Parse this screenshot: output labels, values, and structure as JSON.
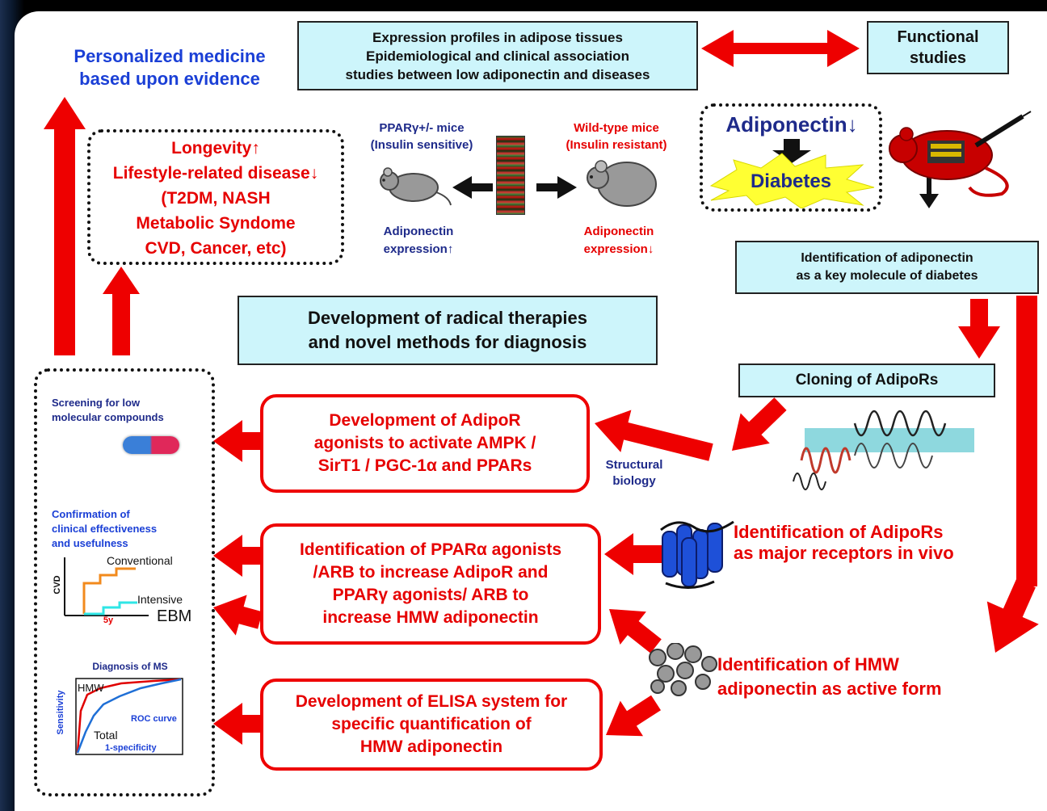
{
  "colors": {
    "red": "#ee0000",
    "blue": "#1a3fd6",
    "navy": "#1e2a8a",
    "cyan": "#cdf5fb"
  },
  "top": {
    "personalized": "Personalized medicine\nbased upon evidence",
    "expression_box": "Expression profiles in adipose tissues\nEpidemiological and clinical association\nstudies between low adiponectin and diseases",
    "functional_box": "Functional\nstudies"
  },
  "longevity": "Longevity↑\nLifestyle-related disease↓\n(T2DM, NASH\nMetabolic Syndome\nCVD, Cancer, etc)",
  "mice": {
    "ppar_label": "PPARγ+/- mice\n(Insulin sensitive)",
    "wt_label": "Wild-type mice\n(Insulin resistant)",
    "adipo_up": "Adiponectin\nexpression↑",
    "adipo_down": "Adiponectin\nexpression↓"
  },
  "diabetes_panel": {
    "adiponectin": "Adiponectin↓",
    "diabetes": "Diabetes"
  },
  "key_molecule_box": "Identification of adiponectin\nas a key molecule of diabetes",
  "radical_box": "Development of radical therapies\nand novel methods for diagnosis",
  "cloning_box": "Cloning of AdipoRs",
  "structural_biology": "Structural\nbiology",
  "red_boxes": {
    "agonists": "Development of AdipoR\nagonists to activate AMPK /\nSirT1 / PGC-1α and PPARs",
    "ppar": "Identification of PPARα agonists\n/ARB to increase AdipoR and\nPPARγ agonists/ ARB to\nincrease  HMW adiponectin",
    "elisa": "Development of ELISA system for\nspecific quantification of\nHMW adiponectin"
  },
  "adipor_receptors": "Identification of AdipoRs\nas major receptors in vivo",
  "hmw_form": "Identification of HMW\nadiponectin as active form",
  "left_panel": {
    "screening": "Screening for low\nmolecular compounds",
    "confirmation": "Confirmation of\nclinical effectiveness\nand usefulness",
    "conventional": "Conventional",
    "intensive": "Intensive",
    "cvd": "CVD",
    "five_y": "5y",
    "ebm": "EBM",
    "diagnosis": "Diagnosis of MS",
    "hmw": "HMW",
    "roc": "ROC curve",
    "total": "Total",
    "specificity": "1-specificity",
    "sensitivity": "Sensitivity"
  }
}
